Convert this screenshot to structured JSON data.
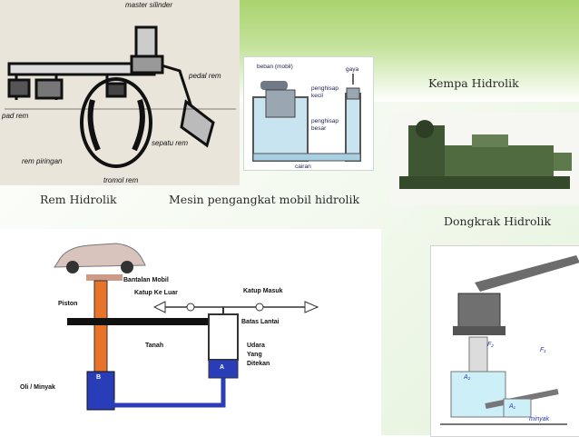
{
  "captions": {
    "rem": "Rem Hidrolik",
    "mesin": "Mesin pengangkat mobil hidrolik",
    "kempa": "Kempa Hidrolik",
    "dongkrak": "Dongkrak Hidrolik"
  },
  "brake_diagram": {
    "master_silinder": "master silinder",
    "pedal_rem": "pedal rem",
    "pad_rem": "pad rem",
    "sepatu_rem": "sepatu rem",
    "rem_piringan": "rem piringan",
    "tromol_rem": "tromol rem"
  },
  "lift_small": {
    "beban": "beban (mobil)",
    "gaya": "gaya",
    "penghisap_kecil_1": "penghisap",
    "penghisap_kecil_2": "kecil",
    "penghisap_besar_1": "penghisap",
    "penghisap_besar_2": "besar",
    "cairan": "cairan"
  },
  "lift_big": {
    "bantalan": "Bantalan Mobil",
    "katup_keluar": "Katup Ke Luar",
    "katup_masuk": "Katup Masuk",
    "piston": "Piston",
    "batas_lantai": "Batas Lantai",
    "tanah": "Tanah",
    "udara_1": "Udara",
    "udara_2": "Yang",
    "udara_3": "Ditekan",
    "oli": "Oli / Minyak",
    "b": "B",
    "a": "A"
  },
  "jack": {
    "f2": "F₂",
    "f1": "F₁",
    "a2": "A₂",
    "a1": "A₁",
    "minyak": "minyak"
  },
  "colors": {
    "accent_green": "#a9d36e",
    "piston_orange": "#e8742a",
    "oil_blue": "#2a3db8"
  }
}
